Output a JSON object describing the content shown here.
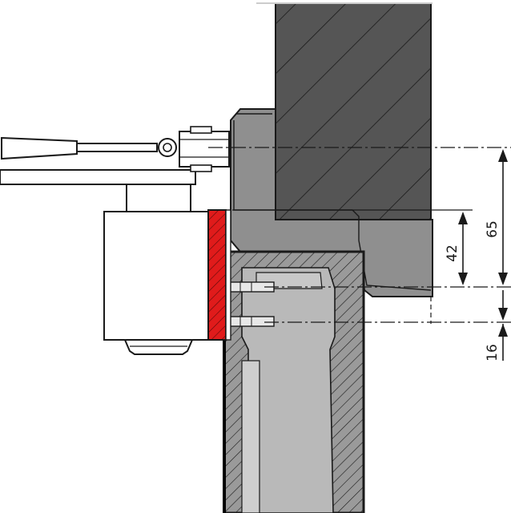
{
  "dimensions": {
    "d65": "65",
    "d42": "42",
    "d16": "16"
  },
  "colors": {
    "wall": "#555555",
    "frame": "#8f8f8f",
    "profile": "#b9b9b9",
    "body": "#ffffff",
    "bracket": "#e01b1b",
    "outline": "#1a1a1a"
  },
  "icons": {
    "arm": "door-closer-arm",
    "body": "door-closer-body",
    "bracket": "mounting-plate"
  }
}
